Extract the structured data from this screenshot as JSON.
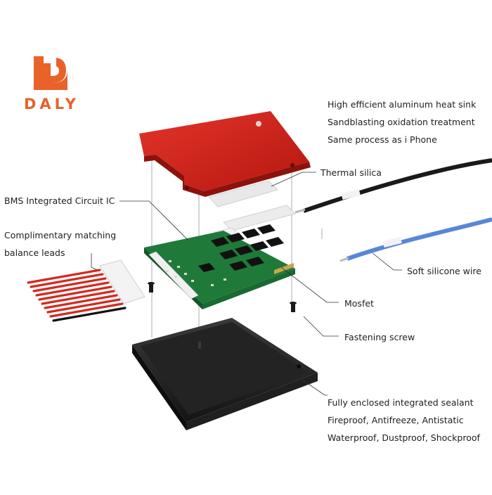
{
  "brand": {
    "logo_text": "DALY",
    "logo_color": "#e8622a"
  },
  "labels": {
    "heat_sink_1": "High efficient aluminum heat sink",
    "heat_sink_2": "Sandblasting oxidation treatment",
    "heat_sink_3": "Same process as i Phone",
    "thermal_silica": "Thermal silica",
    "bms_ic": "BMS Integrated Circuit IC",
    "balance_1": "Complimentary matching",
    "balance_2": "balance leads",
    "silicone_wire": "Soft silicone wire",
    "mosfet": "Mosfet",
    "screw": "Fastening screw",
    "enclosure_1": "Fully enclosed integrated sealant",
    "enclosure_2": "Fireproof, Antifreeze, Antistatic",
    "enclosure_3": "Waterproof, Dustproof, Shockproof"
  },
  "colors": {
    "heat_sink": "#c8201a",
    "pcb": "#1f7a3a",
    "case": "#1c1c1c",
    "wire_blue": "#5a86d8",
    "wire_black": "#1a1a1a",
    "balance_leads": "#d12a20"
  }
}
